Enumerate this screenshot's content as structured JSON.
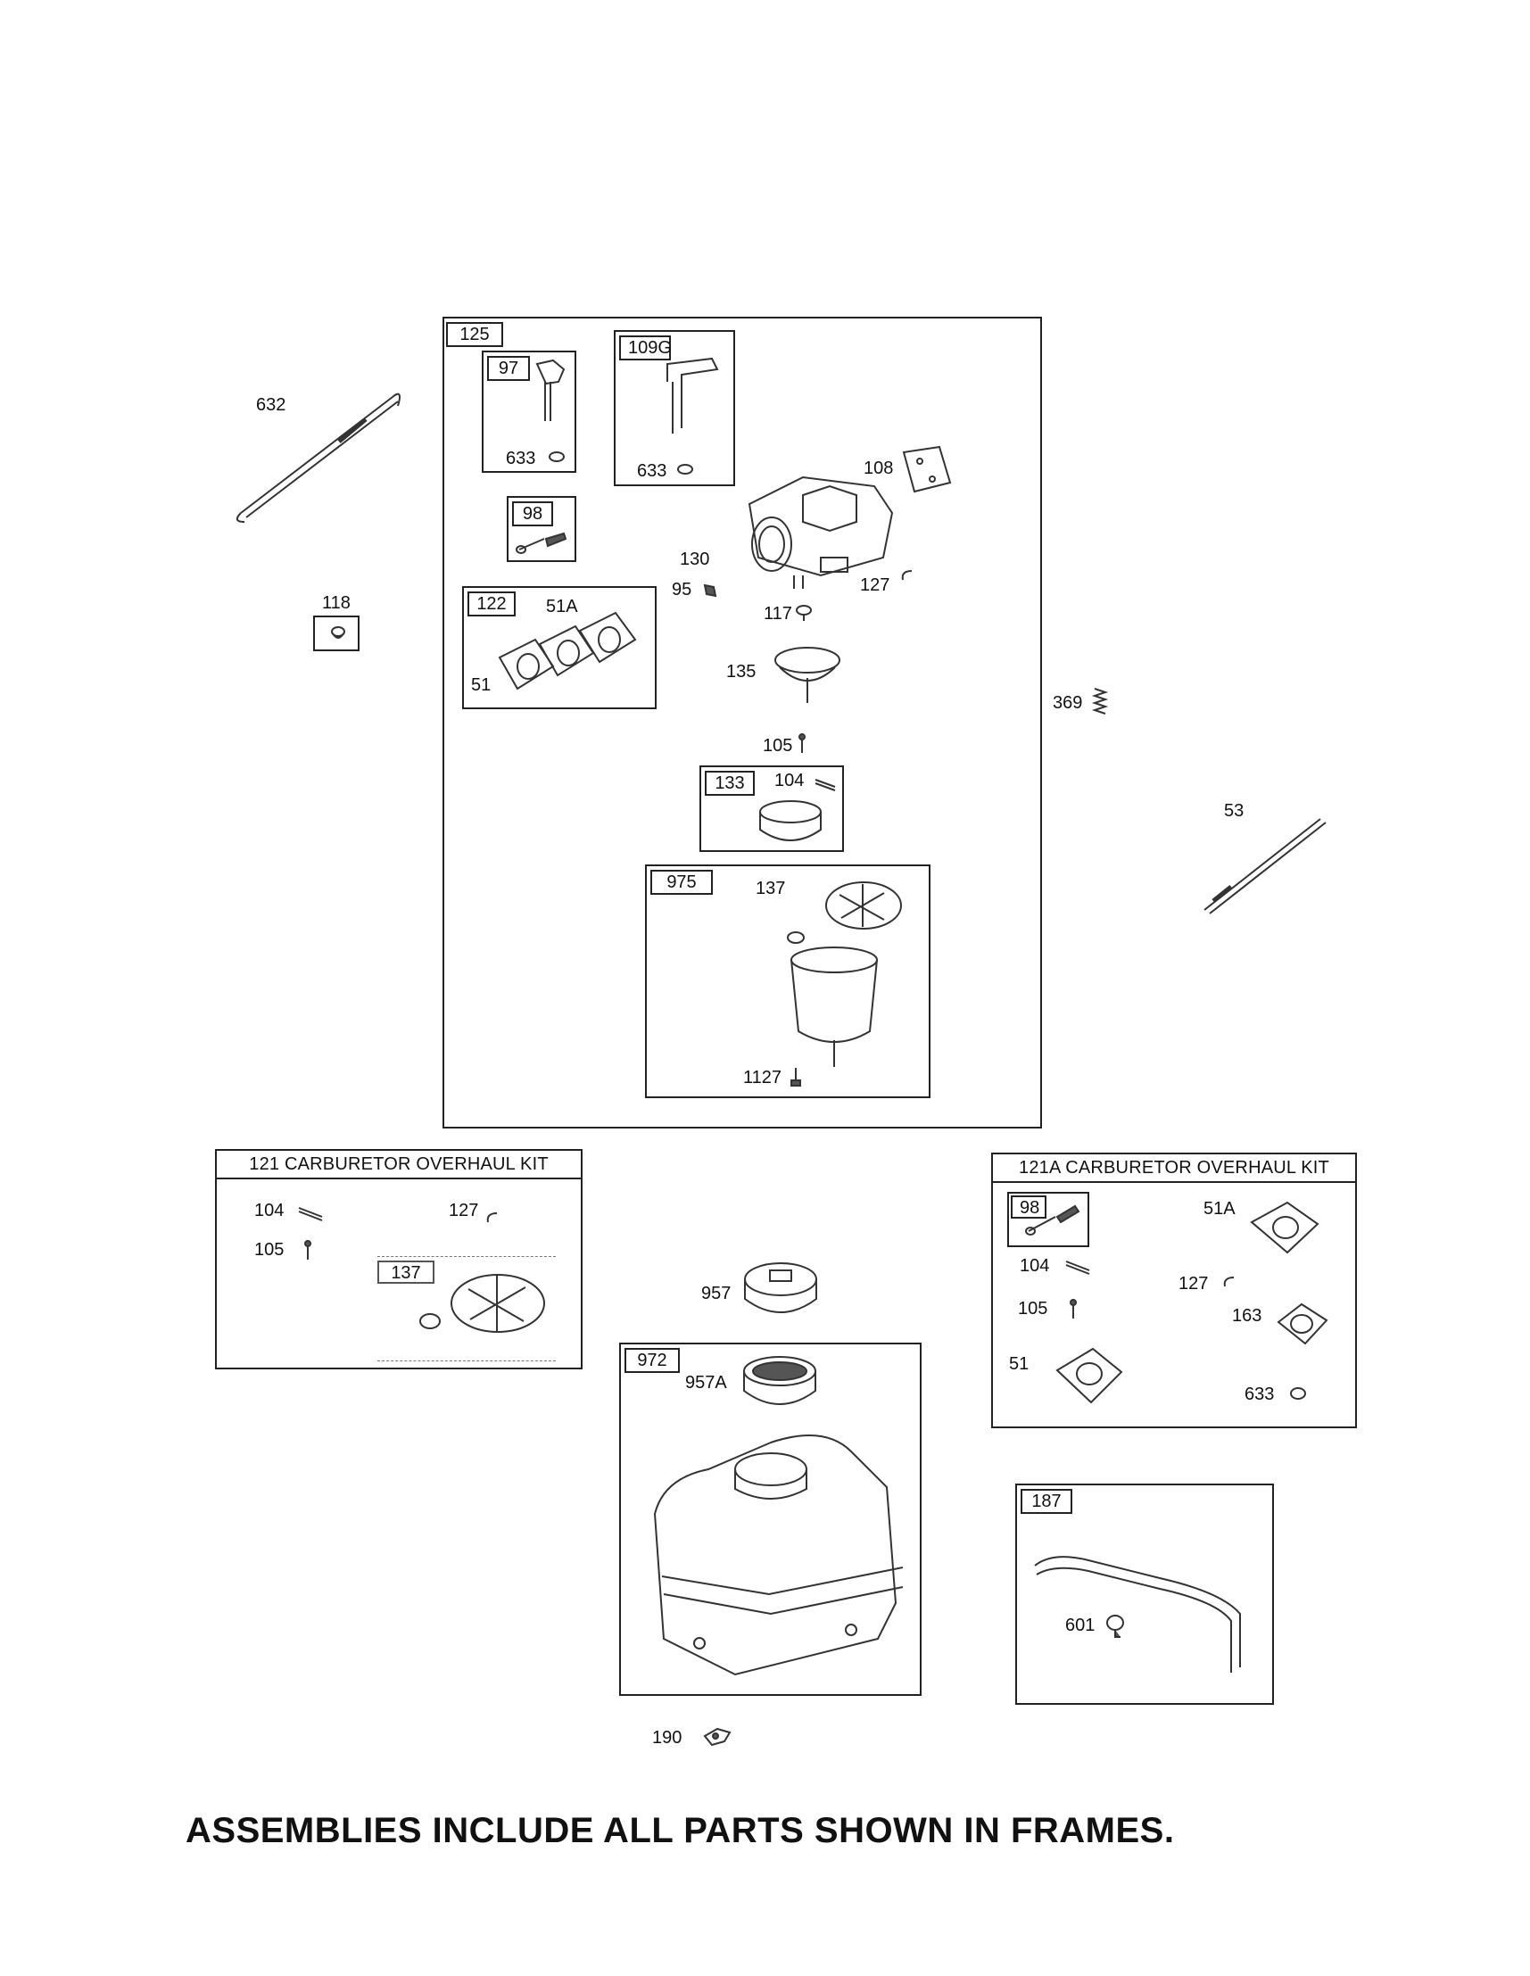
{
  "diagram": {
    "frames": {
      "carburetor_assembly": "125",
      "choke_lever": "97",
      "throttle_lever": "109G",
      "screw_kit": "98",
      "gasket_set": "122",
      "float_kit": "133",
      "bowl_assembly": "975",
      "fuel_tank_assembly": "972",
      "fuel_line_kit": "187",
      "primer_bulb": "118",
      "overhaul_kit_1_tag": "137",
      "overhaul_kit_2_tag": "98"
    },
    "kits": {
      "overhaul_kit_1_title": "121 CARBURETOR OVERHAUL KIT",
      "overhaul_kit_2_title": "121A CARBURETOR OVERHAUL KIT"
    },
    "labels": {
      "p632": "632",
      "p633_a": "633",
      "p633_b": "633",
      "p108": "108",
      "p130": "130",
      "p95": "95",
      "p127": "127",
      "p117": "117",
      "p51a": "51A",
      "p51": "51",
      "p135": "135",
      "p105": "105",
      "p104": "104",
      "p137": "137",
      "p1127": "1127",
      "p369": "369",
      "p53": "53",
      "k1_104": "104",
      "k1_127": "127",
      "k1_105": "105",
      "p957": "957",
      "p957a": "957A",
      "k2_51a": "51A",
      "k2_104": "104",
      "k2_127": "127",
      "k2_105": "105",
      "k2_163": "163",
      "k2_51": "51",
      "k2_633": "633",
      "p601": "601",
      "p190": "190"
    },
    "footer": "ASSEMBLIES INCLUDE ALL PARTS SHOWN IN FRAMES."
  }
}
